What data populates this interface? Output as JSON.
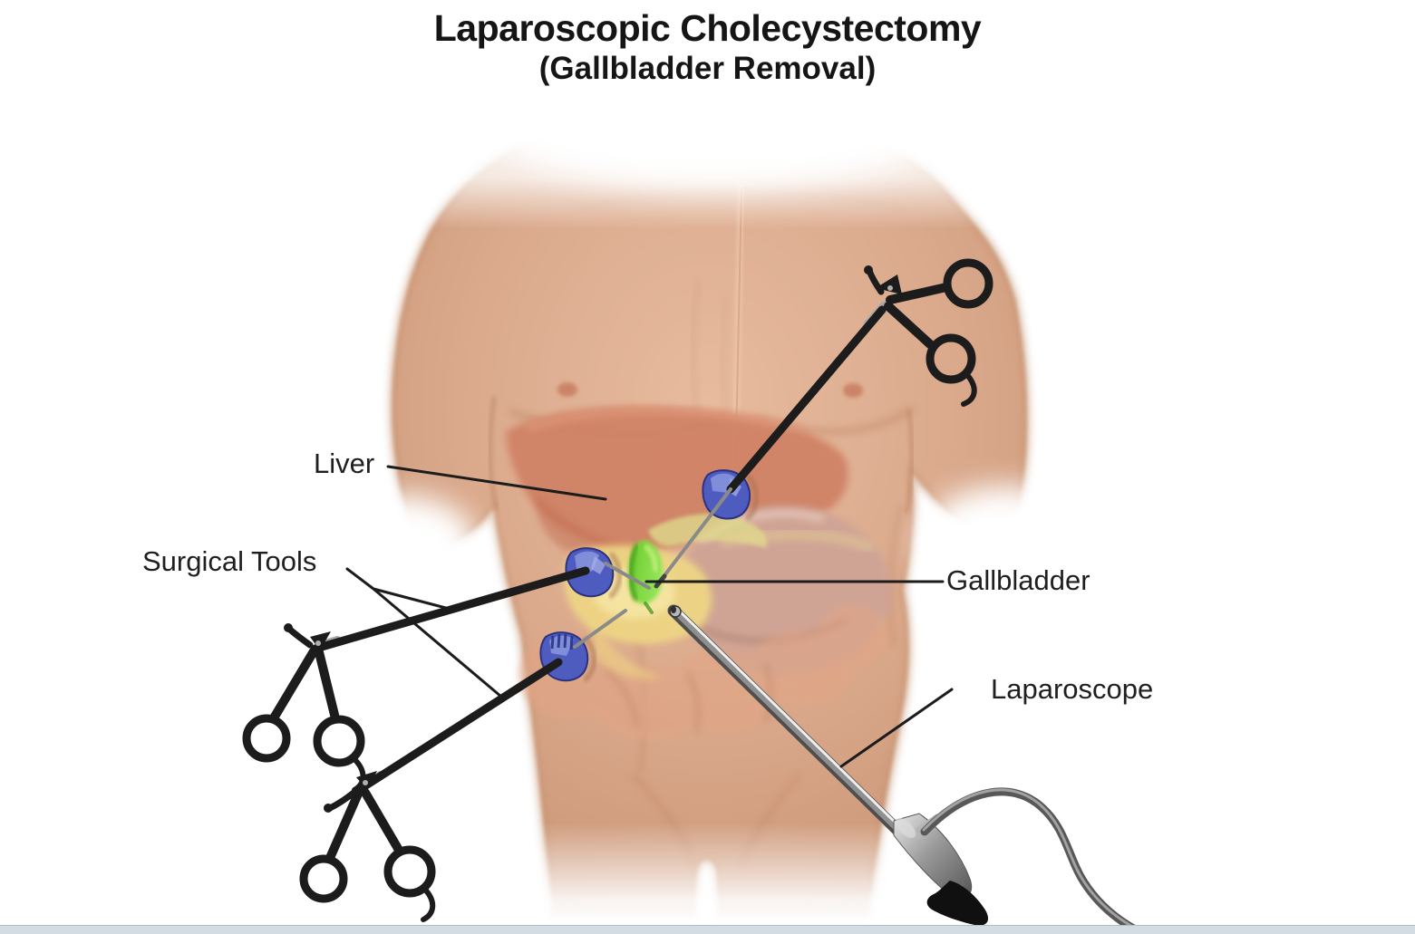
{
  "title": {
    "main": "Laparoscopic Cholecystectomy",
    "sub": "(Gallbladder Removal)"
  },
  "labels": {
    "liver": "Liver",
    "surgical_tools": "Surgical Tools",
    "gallbladder": "Gallbladder",
    "laparoscope": "Laparoscope"
  },
  "colors": {
    "skin": "#dcab8e",
    "skin_light": "#e8bda1",
    "skin_edge": "#b98660",
    "crease": "#c08565",
    "liver": "#d08266",
    "liver_deep": "#c06b4f",
    "liver_light": "#e09a7c",
    "stomach": "#cfa496",
    "stomach_light": "#ecd0c2",
    "fat": "#eed584",
    "fat_light": "#f7e7a8",
    "bile": "#ded98c",
    "intestine": "#e2a585",
    "gall": "#7ed63f",
    "gall_dark": "#3b9214",
    "gall_light": "#c8f07e",
    "port": "#4e5cc0",
    "port_dark": "#2c3280",
    "port_light": "#8a97dd",
    "port_lighter": "#aab4e8",
    "dimple": "#a5714f",
    "tool": "#1c1c1c",
    "metal": "#8f8f8f",
    "metal_dark": "#4e4e4e",
    "metal_light": "#efefef",
    "cable": "#585858",
    "cable_light": "#a2a2a2",
    "label": "#1c1c1c",
    "footer": "#d3dce3",
    "footer_edge": "#aebfca"
  }
}
